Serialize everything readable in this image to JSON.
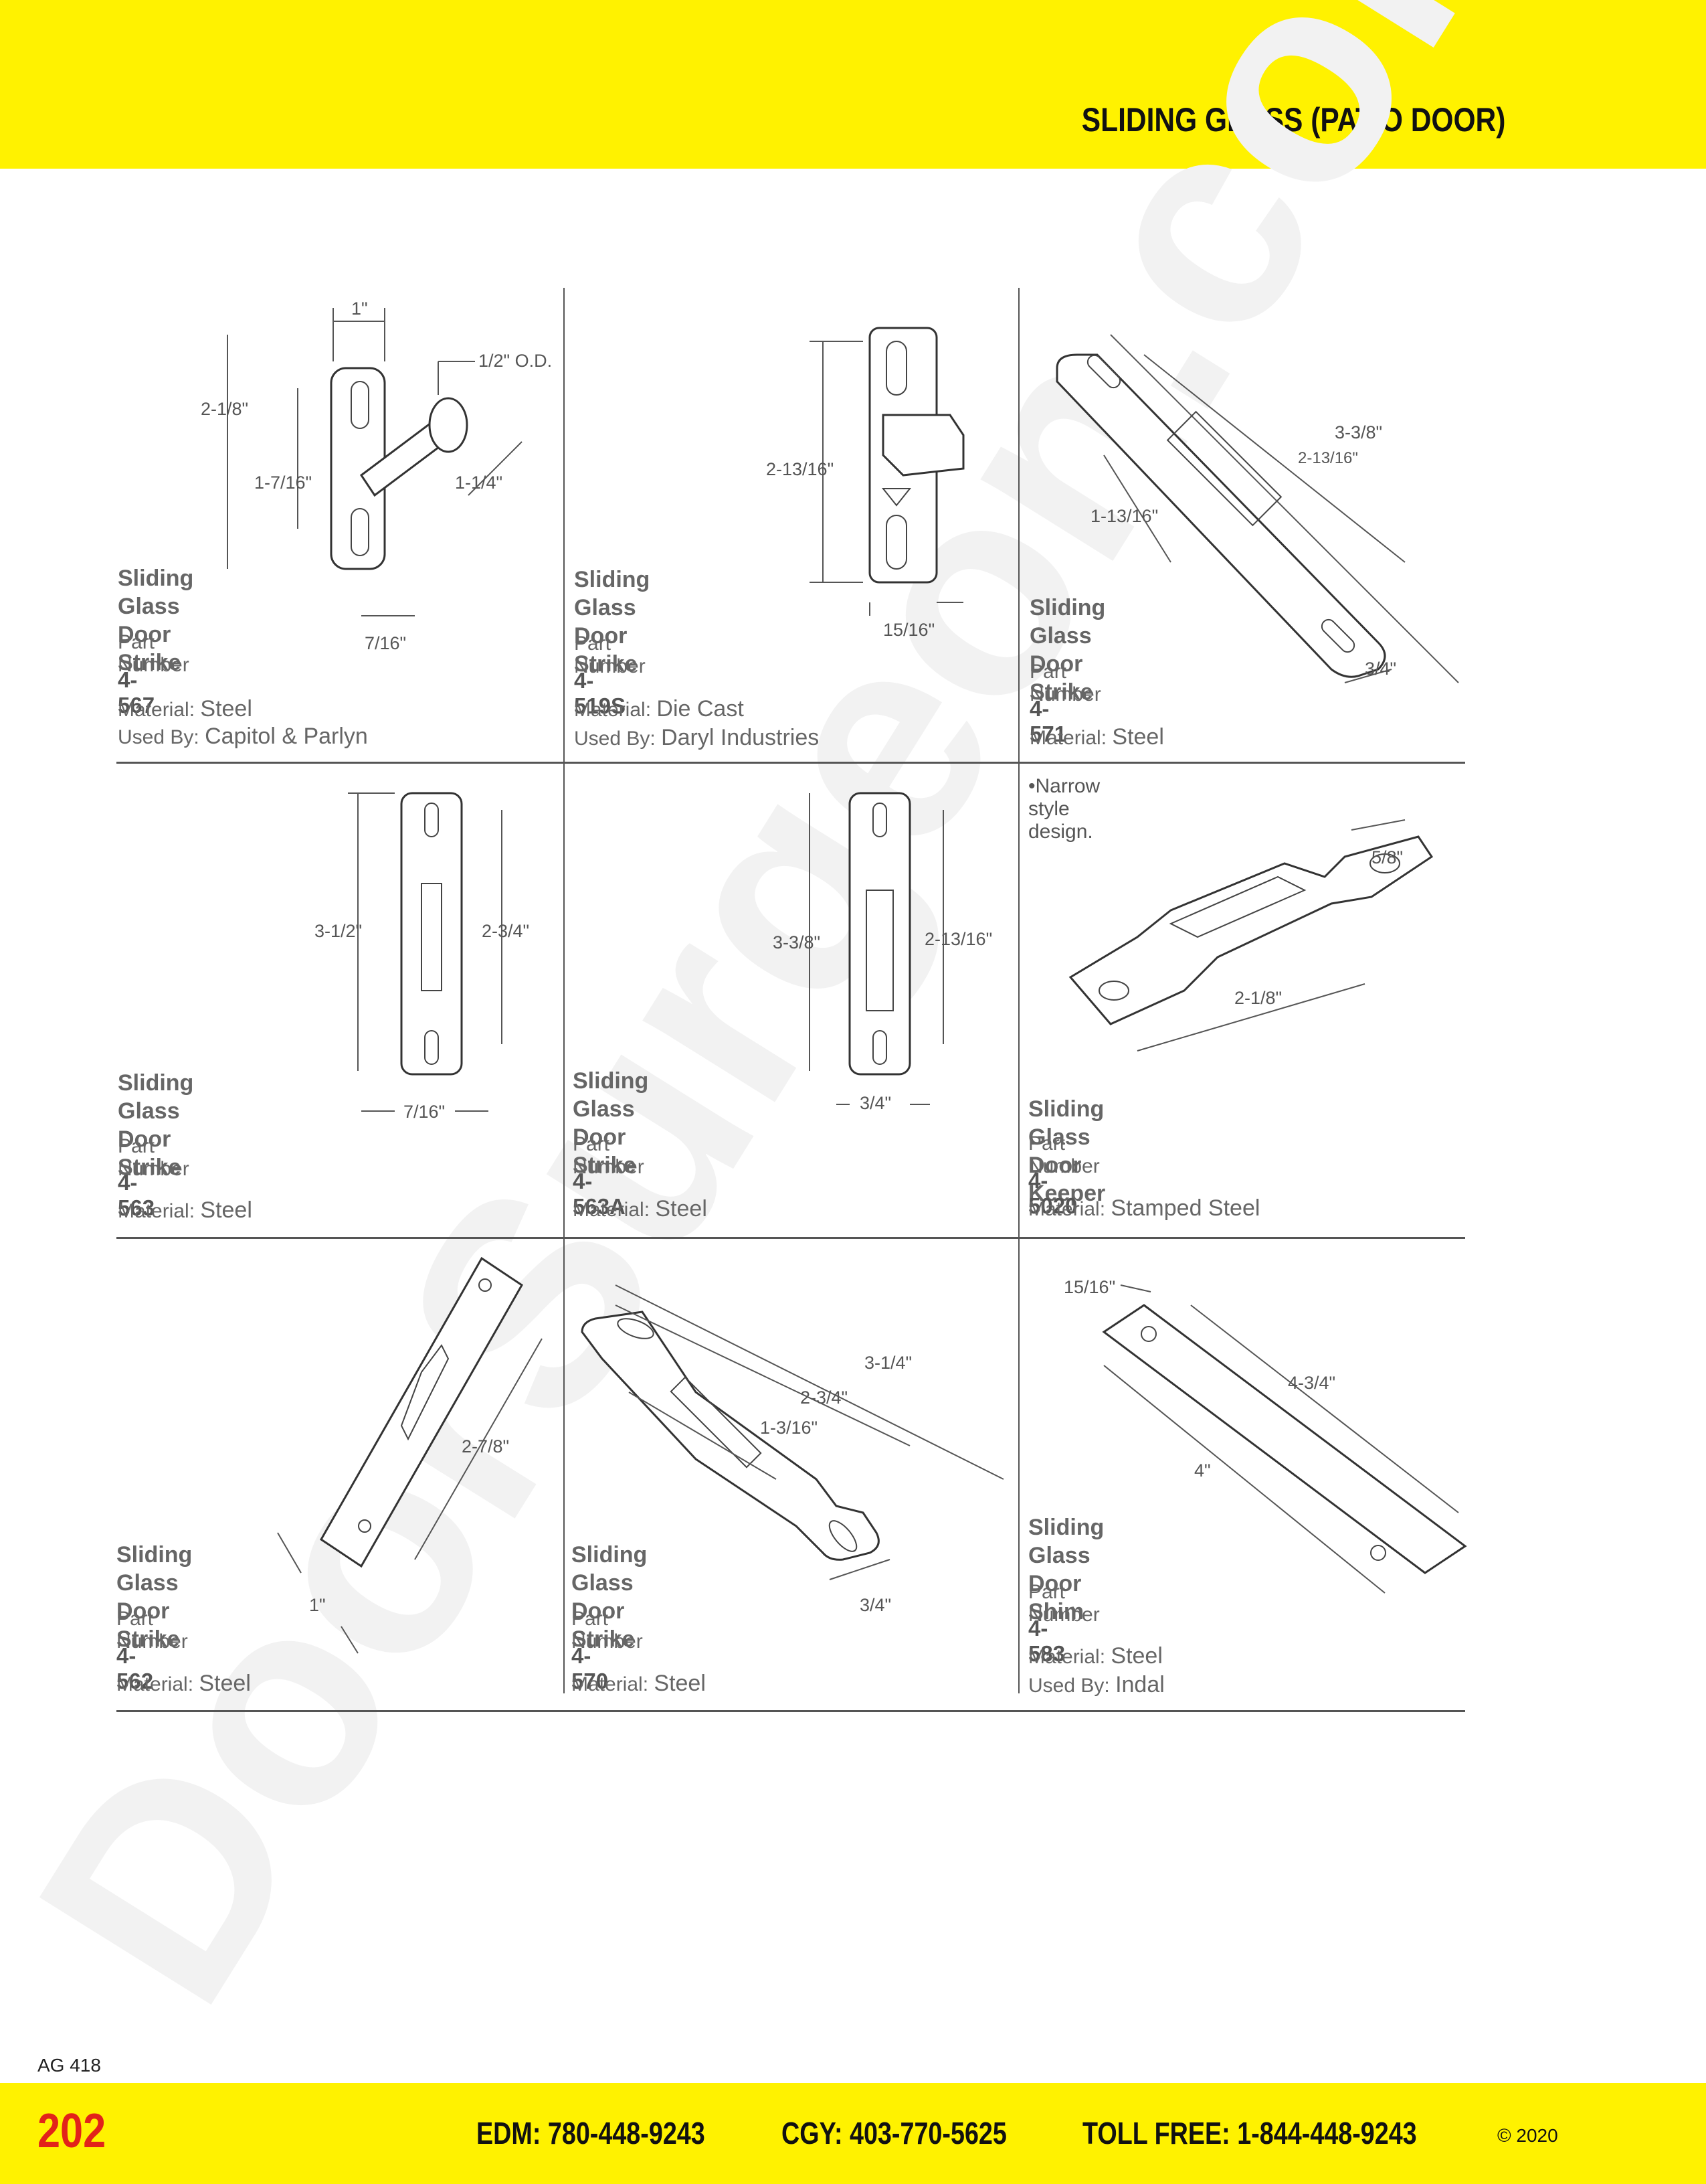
{
  "header": {
    "title": "SLIDING GLASS (PATIO DOOR)"
  },
  "watermark": {
    "text": "DoorSurgeon.com"
  },
  "labels": {
    "part_number": "Part Number",
    "material": "Material:",
    "used_by": "Used By:"
  },
  "products": [
    {
      "name_line1": "Sliding Glass",
      "name_line2": "Door Strike",
      "part_number": "4-567",
      "material": "Steel",
      "used_by": "Capitol & Parlyn",
      "dims": {
        "a": "1\"",
        "b": "1/2\" O.D.",
        "c": "2-1/8\"",
        "d": "1-7/16\"",
        "e": "1-1/4\"",
        "f": "7/16\""
      }
    },
    {
      "name_line1": "Sliding Glass Door",
      "name_line2": "Strike",
      "part_number": "4-519S",
      "material": "Die Cast",
      "used_by": "Daryl Industries",
      "dims": {
        "a": "2-13/16\"",
        "b": "15/16\""
      }
    },
    {
      "name_line1": "Sliding Glass Door",
      "name_line2": "Strike",
      "part_number": "4-571",
      "material": "Steel",
      "dims": {
        "a": "3-3/8\"",
        "b": "2-13/16\"",
        "c": "1-13/16\"",
        "d": "3/4\""
      }
    },
    {
      "name_line1": "Sliding Glass Door",
      "name_line2": "Strike",
      "part_number": "4-563",
      "material": "Steel",
      "dims": {
        "a": "3-1/2\"",
        "b": "2-3/4\"",
        "c": "7/16\""
      }
    },
    {
      "name_line1": "Sliding Glass Door",
      "name_line2": "Strike",
      "part_number": "4-563A",
      "material": "Steel",
      "dims": {
        "a": "3-3/8\"",
        "b": "2-13/16\"",
        "c": "3/4\""
      }
    },
    {
      "note": "•Narrow style design.",
      "name_line1": "Sliding Glass Door Keeper",
      "name_line2": "",
      "part_number": "4-5020",
      "material": "Stamped Steel",
      "dims": {
        "a": "5/8\"",
        "b": "2-1/8\""
      }
    },
    {
      "name_line1": "Sliding Glass",
      "name_line2": "Door Strike",
      "part_number": "4-562",
      "material": "Steel",
      "dims": {
        "a": "2-7/8\"",
        "b": "1\""
      }
    },
    {
      "name_line1": "Sliding Glass",
      "name_line2": "Door Strike",
      "part_number": "4-570",
      "material": "Steel",
      "dims": {
        "a": "3-1/4\"",
        "b": "2-3/4\"",
        "c": "1-3/16\"",
        "d": "3/4\""
      }
    },
    {
      "name_line1": "Sliding Glass",
      "name_line2": "Door Shim",
      "part_number": "4-583",
      "material": "Steel",
      "used_by": "Indal",
      "dims": {
        "a": "15/16\"",
        "b": "4-3/4\"",
        "c": "4\""
      }
    }
  ],
  "footer": {
    "catalog_code": "AG 418",
    "page_number": "202",
    "edm": "EDM: 780-448-9243",
    "cgy": "CGY: 403-770-5625",
    "toll_free": "TOLL FREE: 1-844-448-9243",
    "copyright": "© 2020"
  },
  "colors": {
    "brand_yellow": "#fff200",
    "page_number_red": "#e2231a",
    "watermark": "#f3f3f3"
  }
}
